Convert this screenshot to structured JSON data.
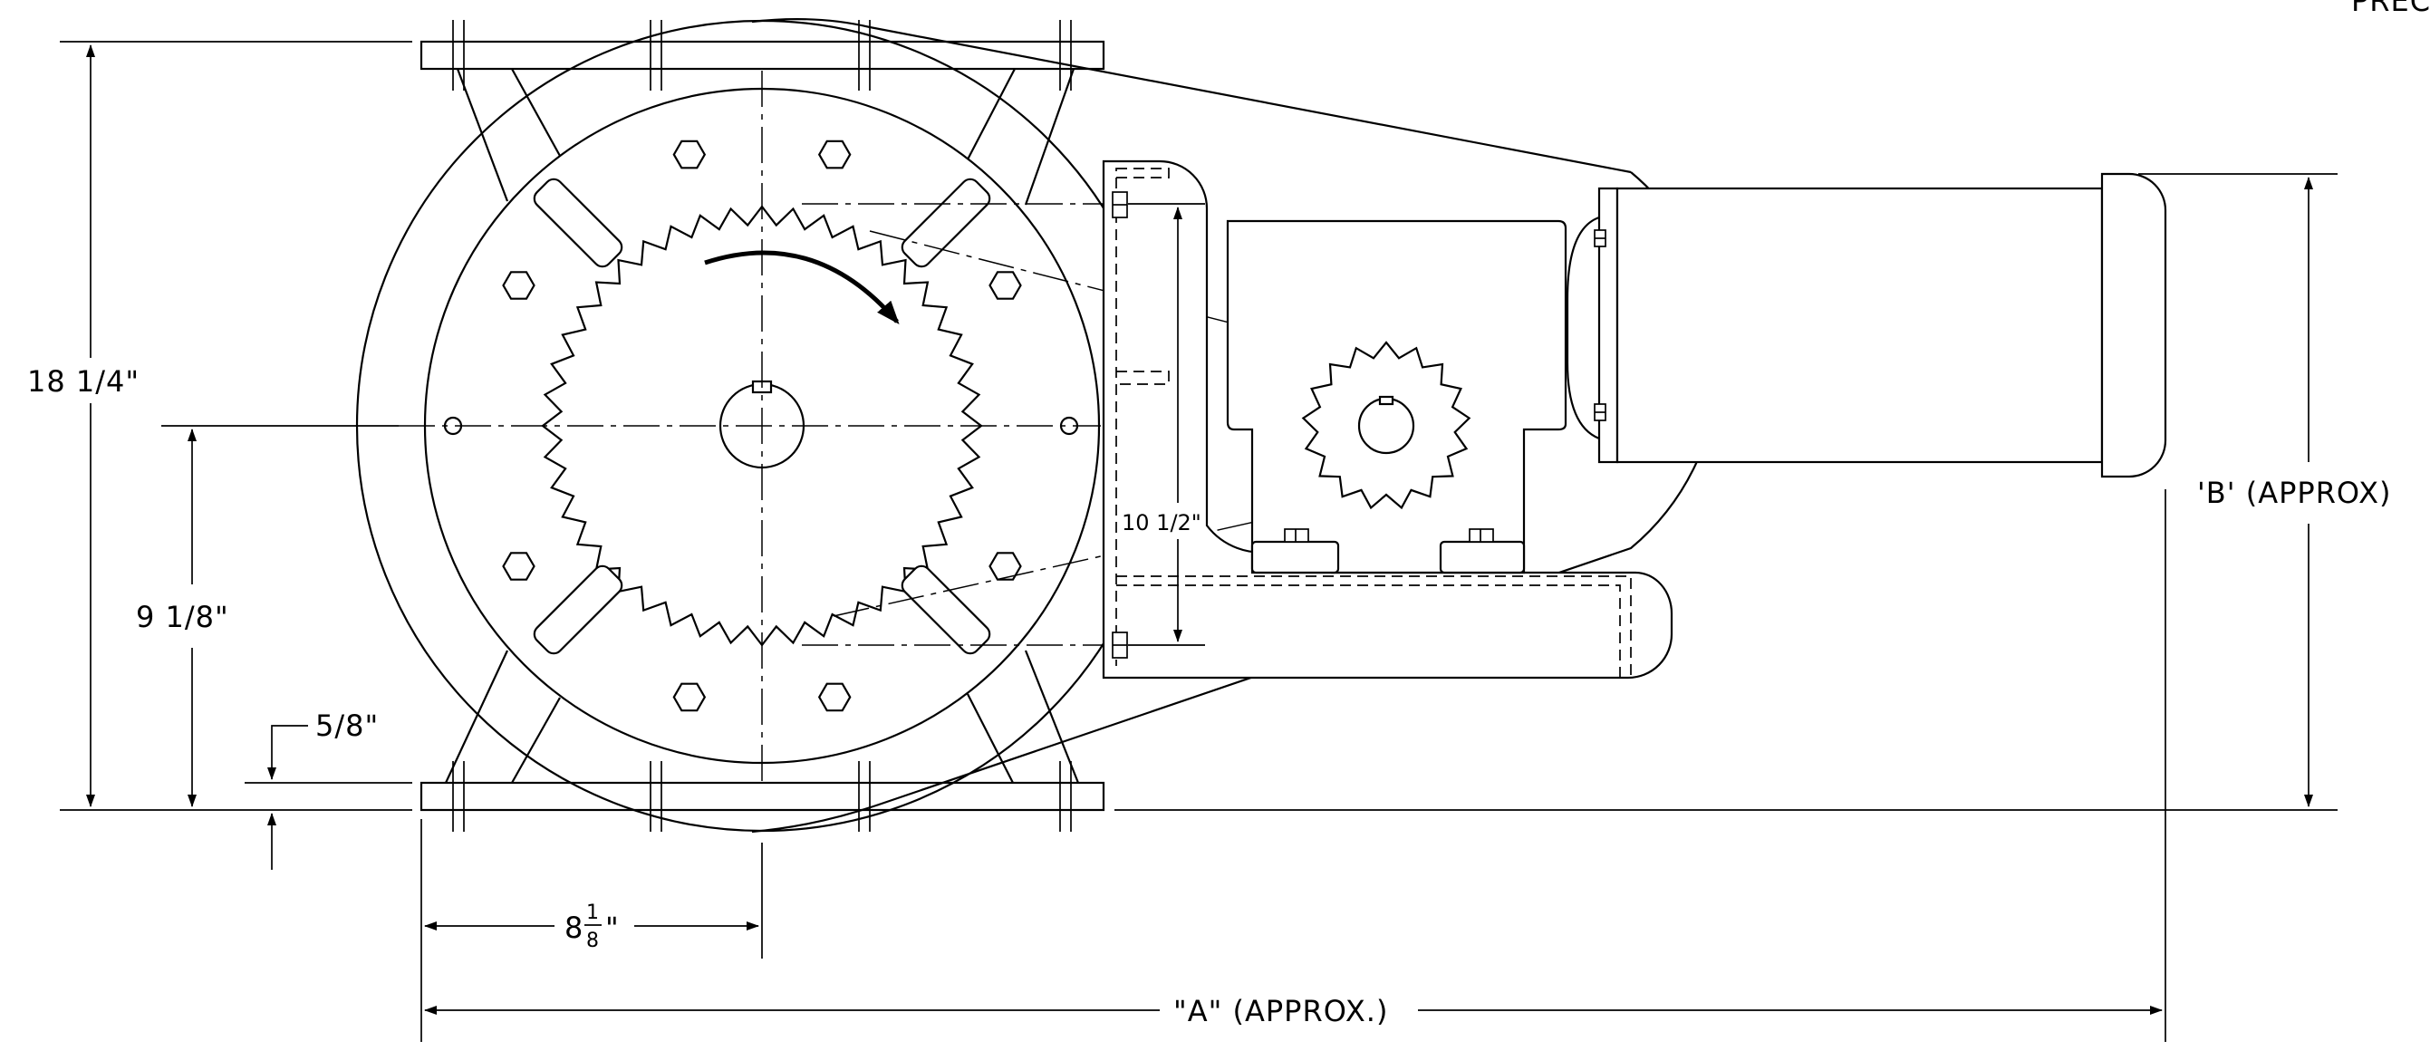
{
  "dimensions": {
    "overall_height": "18 1/4\"",
    "center_height": "9 1/8\"",
    "flange_thickness": "5/8\"",
    "center_offset_whole": "8",
    "center_offset_num": "1",
    "center_offset_den": "8",
    "center_offset_unit": "\"",
    "overall_length": "\"A\" (APPROX.)",
    "motor_height": "'B' (APPROX)",
    "sprocket_centers": "10 1/2\""
  },
  "corner_text": "PREC"
}
